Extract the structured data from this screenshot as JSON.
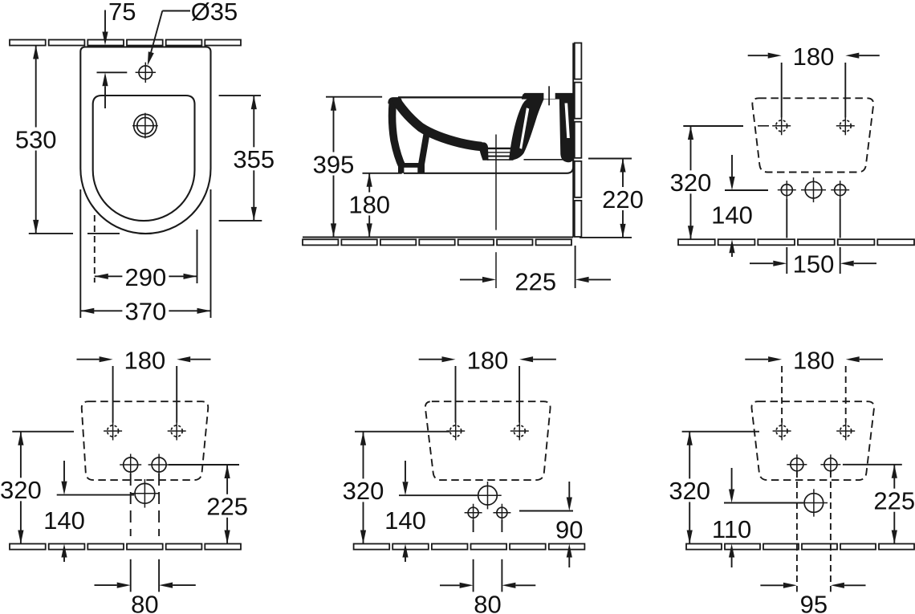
{
  "figure": {
    "type": "technical-dimension-drawing",
    "subject": "wall-hung bidet installation dimensions",
    "unit": "mm",
    "view_count": 6
  },
  "colors": {
    "ink": "#1a1a1a",
    "background": "#ffffff"
  },
  "views": {
    "plan": {
      "name": "top-view",
      "dims": {
        "d75": "75",
        "dia": "Ø35",
        "d530": "530",
        "d355": "355",
        "d290": "290",
        "d370": "370"
      }
    },
    "side": {
      "name": "side-section-view",
      "dims": {
        "d395": "395",
        "d180": "180",
        "d220": "220",
        "d225": "225"
      }
    },
    "rear_a": {
      "name": "rear-view-variant-1",
      "dims": {
        "d180": "180",
        "d320": "320",
        "d140": "140",
        "d150": "150"
      }
    },
    "rear_b": {
      "name": "rear-view-variant-2",
      "dims": {
        "d180": "180",
        "d320": "320",
        "d140": "140",
        "d225": "225",
        "d80": "80"
      }
    },
    "rear_c": {
      "name": "rear-view-variant-3",
      "dims": {
        "d180": "180",
        "d320": "320",
        "d140": "140",
        "d90": "90",
        "d80": "80"
      }
    },
    "rear_d": {
      "name": "rear-view-variant-4",
      "dims": {
        "d180": "180",
        "d320": "320",
        "d110": "110",
        "d225": "225",
        "d95": "95"
      }
    }
  }
}
